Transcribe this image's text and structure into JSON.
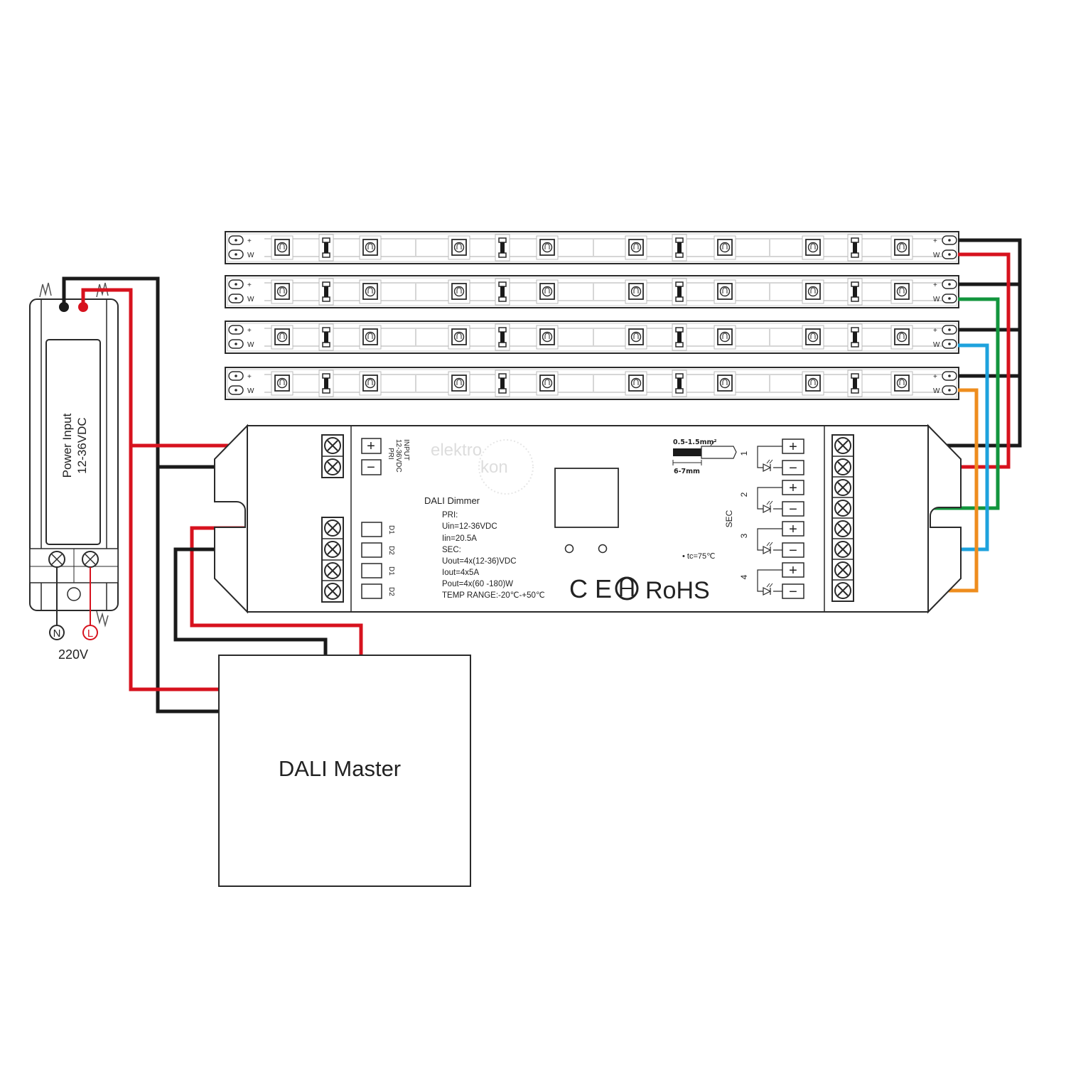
{
  "power_supply": {
    "label_line1": "Power Input",
    "label_line2": "12-36VDC",
    "neutral_symbol": "N",
    "live_symbol": "L",
    "mains_voltage": "220V"
  },
  "led_strips": {
    "plus": "+",
    "w": "W",
    "count": 4
  },
  "dimmer": {
    "input_label": "INPUT",
    "input_voltage": "12-36VDC",
    "pri_label": "PRI",
    "plus": "+",
    "minus": "−",
    "brand_line1": "elektro",
    "brand_line2": "kon",
    "product_name": "DALI Dimmer",
    "specs": {
      "pri": "PRI:",
      "uin": "Uin=12-36VDC",
      "iin": "Iin=20.5A",
      "sec": "SEC:",
      "uout": "Uout=4x(12-36)VDC",
      "iout": "Iout=4x5A",
      "pout": "Pout=4x(60 -180)W",
      "temp": "TEMP RANGE:-20℃-+50℃"
    },
    "dali_terminals": [
      "D1",
      "D2",
      "D1",
      "D2"
    ],
    "wire_gauge": "0.5-1.5mm²",
    "strip_length": "6-7mm",
    "tc": "• tc=75℃",
    "sec_label": "SEC",
    "channels": [
      "1",
      "2",
      "3",
      "4"
    ],
    "cert_ce": "C E",
    "cert_rohs": "RoHS"
  },
  "dali_master": {
    "label": "DALI Master"
  },
  "colors": {
    "red": "#d7121e",
    "black": "#1a1a1a",
    "green": "#12953d",
    "blue": "#1ea2dd",
    "orange": "#ee8d1e",
    "outline": "#2a2a2a"
  }
}
